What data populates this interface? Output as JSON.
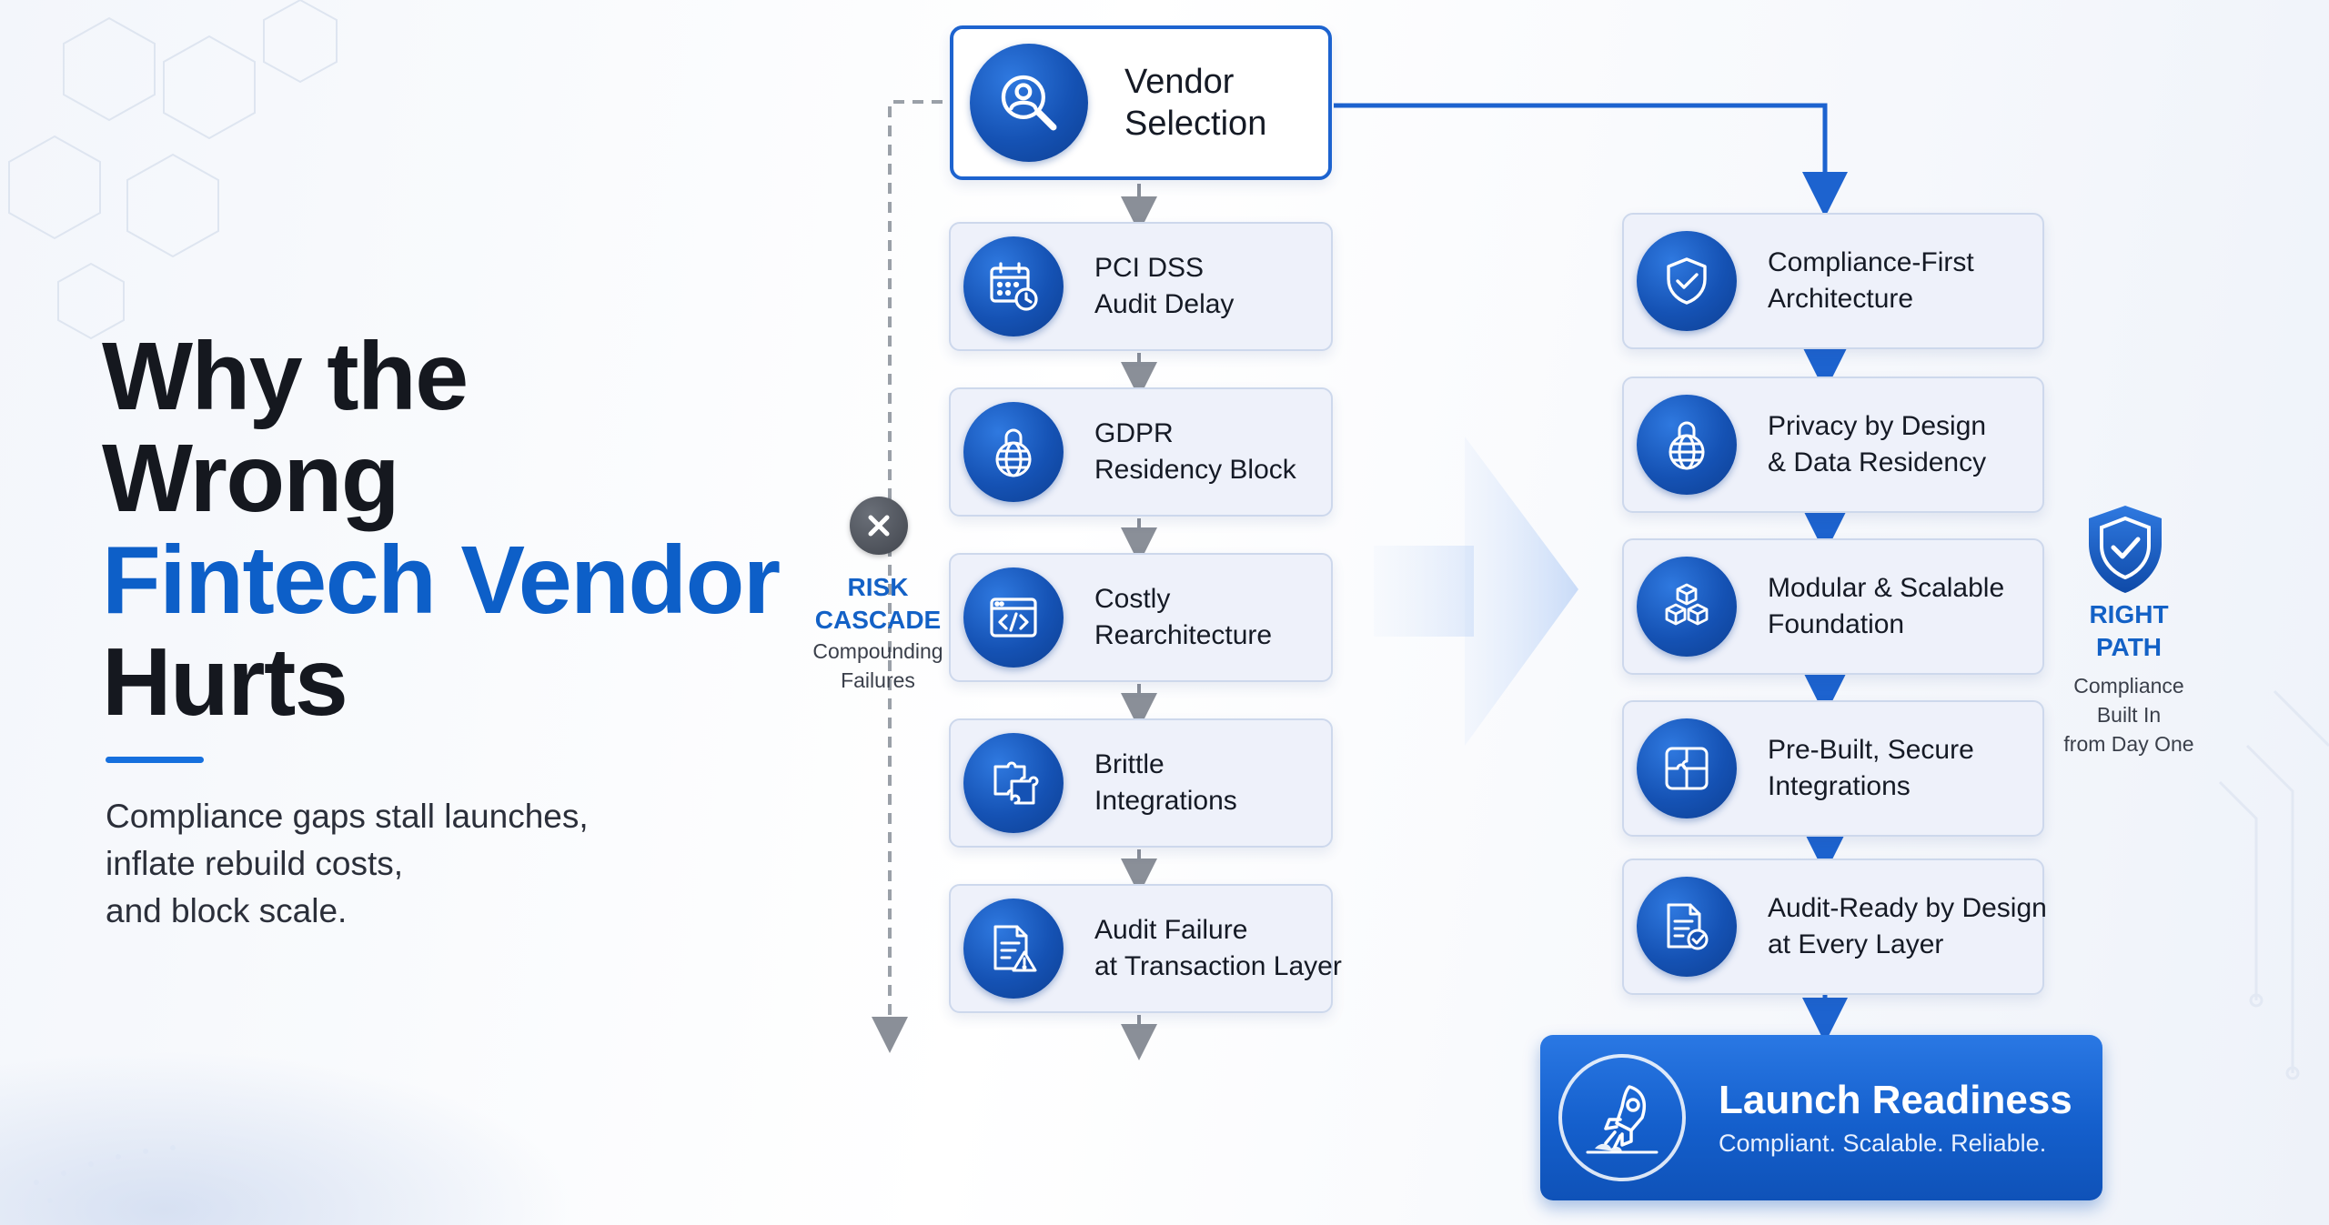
{
  "headline": {
    "line1": "Why the",
    "line2": "Wrong",
    "line3": "Fintech Vendor",
    "line4": "Hurts"
  },
  "subtitle": {
    "line1": "Compliance gaps stall launches,",
    "line2": "inflate rebuild costs,",
    "line3": "and block scale."
  },
  "vendor_node": {
    "line1": "Vendor",
    "line2": "Selection",
    "icon": "person-search-icon"
  },
  "risk_path": {
    "title_line1": "RISK",
    "title_line2": "CASCADE",
    "sub_line1": "Compounding",
    "sub_line2": "Failures",
    "badge_icon": "x-circle-icon",
    "steps": [
      {
        "line1": "PCI DSS",
        "line2": "Audit Delay",
        "icon": "calendar-clock-icon"
      },
      {
        "line1": "GDPR",
        "line2": "Residency Block",
        "icon": "globe-lock-icon"
      },
      {
        "line1": "Costly",
        "line2": "Rearchitecture",
        "icon": "code-window-icon"
      },
      {
        "line1": "Brittle",
        "line2": "Integrations",
        "icon": "puzzle-icon"
      },
      {
        "line1": "Audit Failure",
        "line2": "at Transaction Layer",
        "icon": "document-warning-icon"
      }
    ]
  },
  "right_path": {
    "title_line1": "RIGHT",
    "title_line2": "PATH",
    "sub_line1": "Compliance",
    "sub_line2": "Built In",
    "sub_line3": "from Day One",
    "badge_icon": "shield-check-icon",
    "steps": [
      {
        "line1": "Compliance-First",
        "line2": "Architecture",
        "icon": "shield-check-icon"
      },
      {
        "line1": "Privacy by Design",
        "line2": "& Data Residency",
        "icon": "globe-lock-icon"
      },
      {
        "line1": "Modular & Scalable",
        "line2": "Foundation",
        "icon": "cubes-icon"
      },
      {
        "line1": "Pre-Built, Secure",
        "line2": "Integrations",
        "icon": "puzzle-icon"
      },
      {
        "line1": "Audit-Ready by Design",
        "line2": "at Every Layer",
        "icon": "document-check-icon"
      }
    ]
  },
  "launch": {
    "title": "Launch Readiness",
    "subtitle": "Compliant. Scalable. Reliable.",
    "icon": "rocket-icon"
  },
  "colors": {
    "accent_blue": "#0d5fc8",
    "icon_blue": "#1552b4",
    "connector_grey": "#8a8f98",
    "connector_blue": "#1d63cf"
  }
}
